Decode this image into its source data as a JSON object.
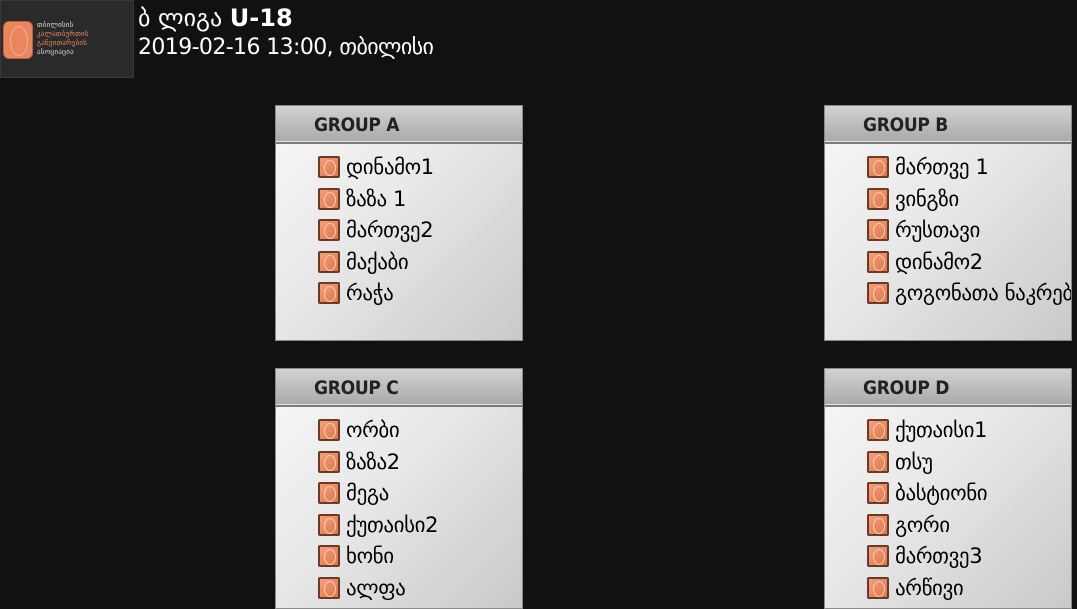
{
  "header": {
    "org_lines": [
      "თბილისის",
      "კალათბურთის",
      "განვითარების",
      "ასოციაცია"
    ],
    "title_prefix": "ბ ლიგა",
    "title_bold": "U-18",
    "subtitle": "2019-02-16 13:00, თბილისი"
  },
  "groups": [
    {
      "title": "GROUP A",
      "teams": [
        "დინამო1",
        "ზაზა 1",
        "მართვე2",
        "მაქაბი",
        "რაჭა"
      ]
    },
    {
      "title": "GROUP B",
      "teams": [
        "მართვე 1",
        "ვინგზი",
        "რუსთავი",
        "დინამო2",
        "გოგონათა ნაკრები"
      ]
    },
    {
      "title": "GROUP C",
      "teams": [
        "ორბი",
        "ზაზა2",
        "მეგა",
        "ქუთაისი2",
        "ხონი",
        "ალფა"
      ]
    },
    {
      "title": "GROUP D",
      "teams": [
        "ქუთაისი1",
        "თსუ",
        "ბასტიონი",
        "გორი",
        "მართვე3",
        "არწივი"
      ]
    }
  ],
  "icons": {
    "logo": "basketball-logo-icon",
    "team": "basketball-team-icon"
  },
  "colors": {
    "background": "#111111",
    "accent": "#e07447"
  }
}
